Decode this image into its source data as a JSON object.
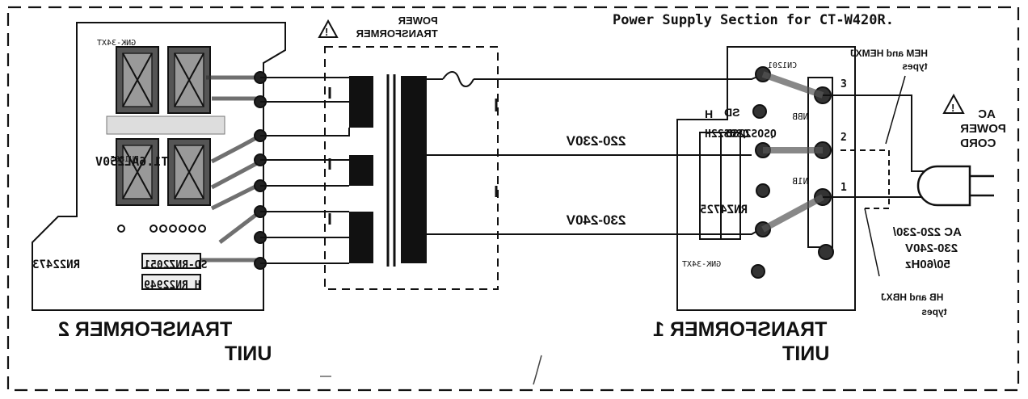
{
  "title": "Power Supply Section for CT-W420R.",
  "power_transformer": {
    "line1": "POWER",
    "line2": "TRANSFORMER"
  },
  "transformer2": {
    "label_line1": "TRANSFORMER 2",
    "label_line2": "UNIT",
    "board_id": "GNK-34XT",
    "fuse_part": "FU1885",
    "fuse_id": "T1.6AL250V",
    "connector_part1": "RN22473",
    "connector_part2": "SD-RNZ2051",
    "connector_part3": "H RN22949"
  },
  "transformer1": {
    "label_line1": "TRANSFORMER 1",
    "label_line2": "UNIT",
    "board_id": "GNK-34XT",
    "connector": "CN1201",
    "part_sd": "QSOS22SD",
    "part_h": "QSOS22H",
    "part_rn": "RNZ4725",
    "sd_label": "SD",
    "h_label": "H",
    "pin3": "3",
    "pin2": "2",
    "pin1": "1",
    "b_label": "NBB",
    "a_label": "N1B"
  },
  "voltage_taps": {
    "upper": "220-230V",
    "lower": "230-240V"
  },
  "hem_note": {
    "line1": "HEM and HEMXJ",
    "line2": "types"
  },
  "hb_note": {
    "line1": "HB and HBXJ",
    "line2": "types"
  },
  "ac_cord": {
    "line1": "AC",
    "line2": "POWER",
    "line3": "CORD"
  },
  "ac_rating": {
    "line1": "AC 220-230/",
    "line2": "230-240V",
    "line3": "50/60Hz"
  },
  "warning_symbol": "!"
}
